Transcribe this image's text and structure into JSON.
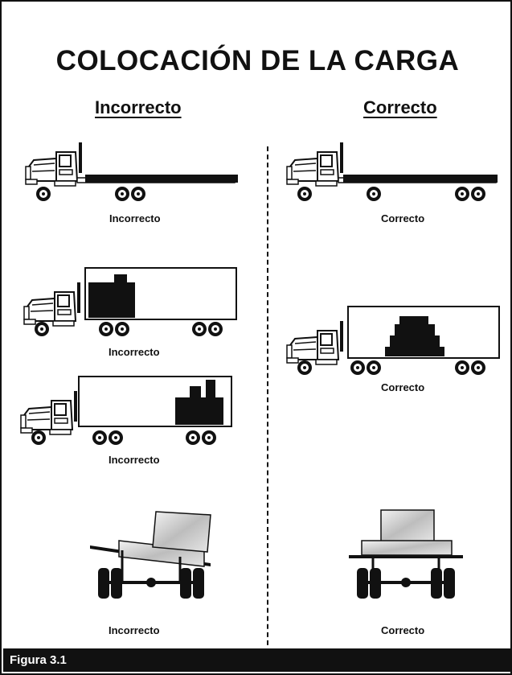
{
  "title": "COLOCACIÓN DE LA CARGA",
  "headings": {
    "left": "Incorrecto",
    "right": "Correcto"
  },
  "captions": {
    "flatbed_incorrect": "Incorrecto",
    "flatbed_correct": "Correcto",
    "box_rear_incorrect": "Incorrecto",
    "box_center_correct": "Correcto",
    "box_front_incorrect": "Incorrecto",
    "axle_incorrect": "Incorrecto",
    "axle_correct": "Correcto"
  },
  "figure_label": "Figura 3.1",
  "colors": {
    "ink": "#111111",
    "background": "#ffffff",
    "cargo_metal": "#cfcfcf"
  }
}
